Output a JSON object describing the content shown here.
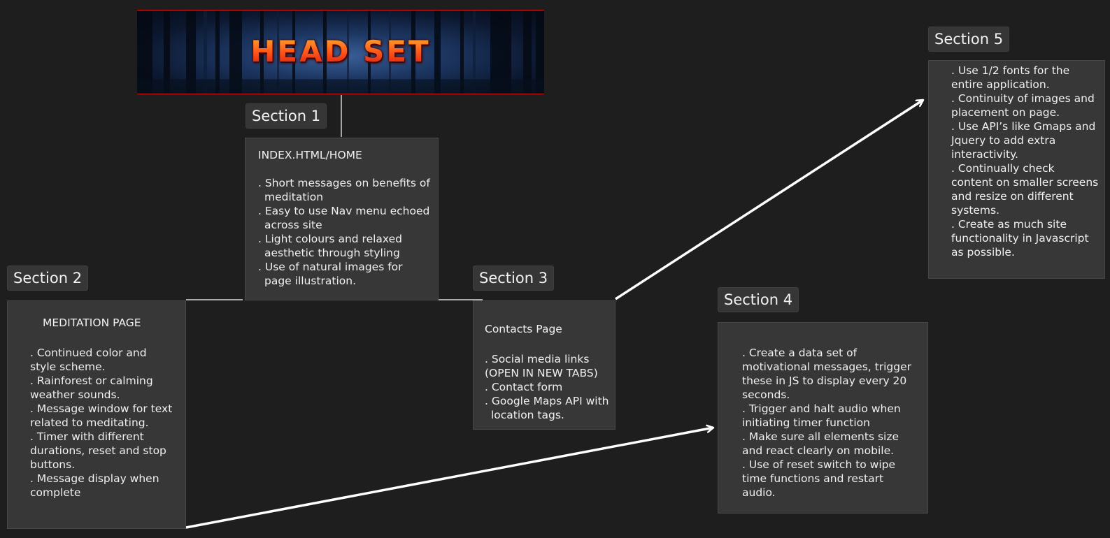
{
  "banner": {
    "title": "HEAD SET"
  },
  "sections": {
    "s1": {
      "label": "Section 1",
      "title": "INDEX.HTML/HOME",
      "items": [
        ". Short messages on benefits of meditation",
        ". Easy to use Nav menu echoed across site",
        ". Light colours and relaxed aesthetic through styling",
        ". Use of natural images for page illustration."
      ]
    },
    "s2": {
      "label": "Section 2",
      "title": "MEDITATION PAGE",
      "items": [
        ". Continued color and style scheme.",
        ". Rainforest or calming weather sounds.",
        ". Message window for text related to meditating.",
        ". Timer with different durations, reset and stop buttons.",
        ". Message display when complete"
      ]
    },
    "s3": {
      "label": "Section 3",
      "title": "Contacts Page",
      "items": [
        ". Social media links (OPEN IN NEW TABS)",
        ". Contact form",
        ". Google Maps API with location tags."
      ]
    },
    "s4": {
      "label": "Section 4",
      "items": [
        ".  Create a data set of motivational messages, trigger these in JS to display every 20 seconds.",
        ". Trigger and halt audio when initiating timer function",
        ". Make sure all elements size and react clearly on mobile.",
        ". Use of reset switch to wipe time functions and restart audio."
      ]
    },
    "s5": {
      "label": "Section 5",
      "items": [
        ". Use 1/2 fonts for the entire application.",
        ". Continuity of images and placement on page.",
        ". Use API’s like Gmaps and Jquery to add extra interactivity.",
        ". Continually check content on smaller screens and resize on different systems.",
        ". Create as much site functionality in Javascript as possible."
      ]
    }
  },
  "colors": {
    "background": "#1e1e1e",
    "box": "#373737",
    "label": "#363636",
    "connector": "#ffffff",
    "banner_border": "#d01a1a"
  }
}
